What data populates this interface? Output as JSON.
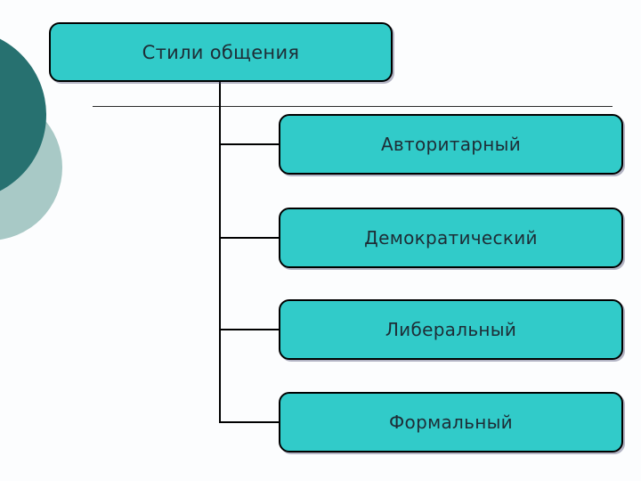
{
  "diagram": {
    "title": "Стили общения",
    "nodes": [
      {
        "label": "Авторитарный"
      },
      {
        "label": "Демократический"
      },
      {
        "label": "Либеральный"
      },
      {
        "label": "Формальный"
      }
    ]
  },
  "colors": {
    "node_fill": "#31cbc9",
    "node_border": "#000000",
    "node_text": "#1e2d36",
    "connector_line": "#000000",
    "rule_line": "#2a2a2a",
    "circle_dark": "#277170",
    "circle_light": "#a8c9c6",
    "background": "#fcfdfe"
  }
}
